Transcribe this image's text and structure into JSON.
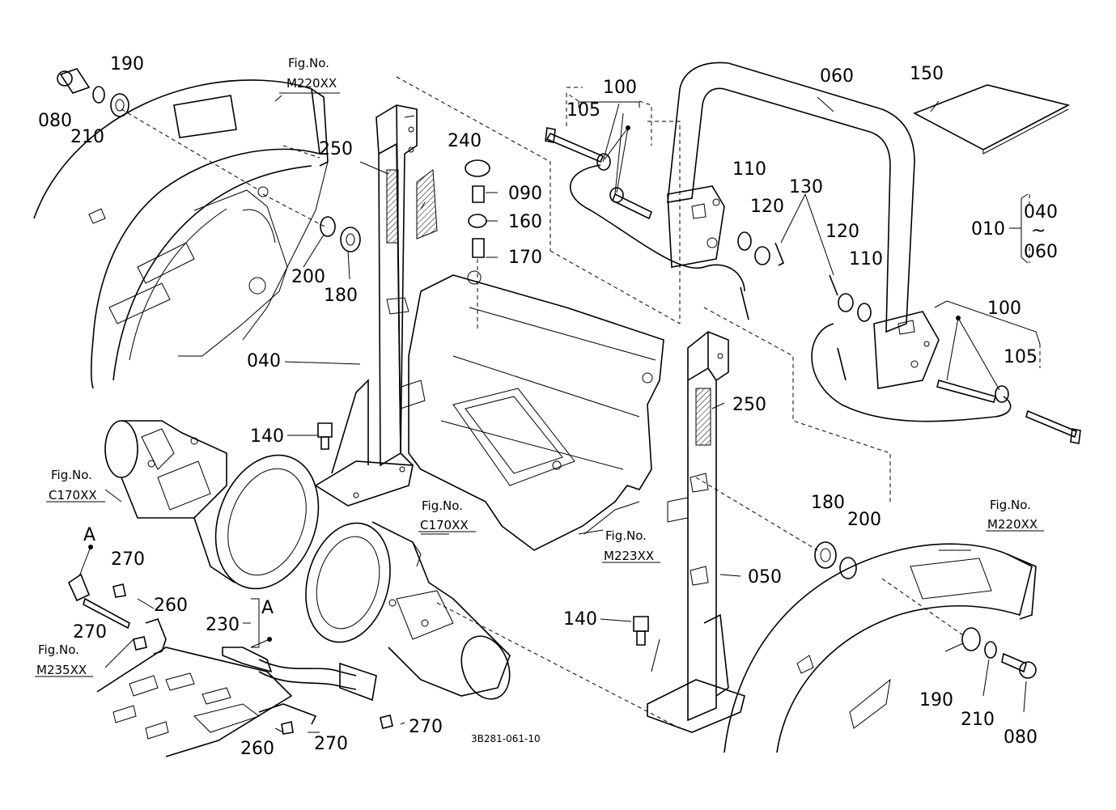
{
  "diagram_id": "3B281-061-10",
  "fig_refs": {
    "prefix": "Fig.No.",
    "m220_left": "M220XX",
    "m220_right": "M220XX",
    "c170_left": "C170XX",
    "c170_center": "C170XX",
    "m223": "M223XX",
    "m235": "M235XX"
  },
  "callouts": {
    "p080_left": "080",
    "p190_left": "190",
    "p210_left": "210",
    "p250_left": "250",
    "p240": "240",
    "p200_left": "200",
    "p180_left": "180",
    "p040": "040",
    "p090": "090",
    "p160": "160",
    "p170": "170",
    "p140_left": "140",
    "p100_top": "100",
    "p105_top": "105",
    "p060": "060",
    "p150": "150",
    "p110_a": "110",
    "p120_a": "120",
    "p130": "130",
    "p120_b": "120",
    "p110_b": "110",
    "p010": "010",
    "p040_range": "040",
    "range_sep": "~",
    "p060_range": "060",
    "p100_right": "100",
    "p105_right": "105",
    "p250_right": "250",
    "p180_right": "180",
    "p200_right": "200",
    "p050": "050",
    "p140_right": "140",
    "p190_right": "190",
    "p210_right": "210",
    "p080_right": "080",
    "marker_a1": "A",
    "marker_a2": "A",
    "p270_a": "270",
    "p260_a": "260",
    "p270_b": "270",
    "p230": "230",
    "p270_c": "270",
    "p260_b": "260",
    "p270_d": "270"
  }
}
